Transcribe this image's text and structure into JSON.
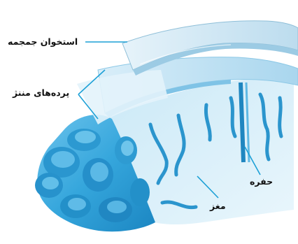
{
  "labels": {
    "skull": "استخوان جمجمه",
    "meninges": "پرده‌های مننژ",
    "fissure": "حفره",
    "brain": "مغز"
  },
  "colors": {
    "leader_line": "#1ca0d6",
    "brain_dark": "#1f8fc9",
    "brain_mid": "#3aa9dd",
    "brain_light": "#8fd0ee",
    "tissue_pale": "#d8eff9",
    "bone": "#cfe6f2"
  }
}
